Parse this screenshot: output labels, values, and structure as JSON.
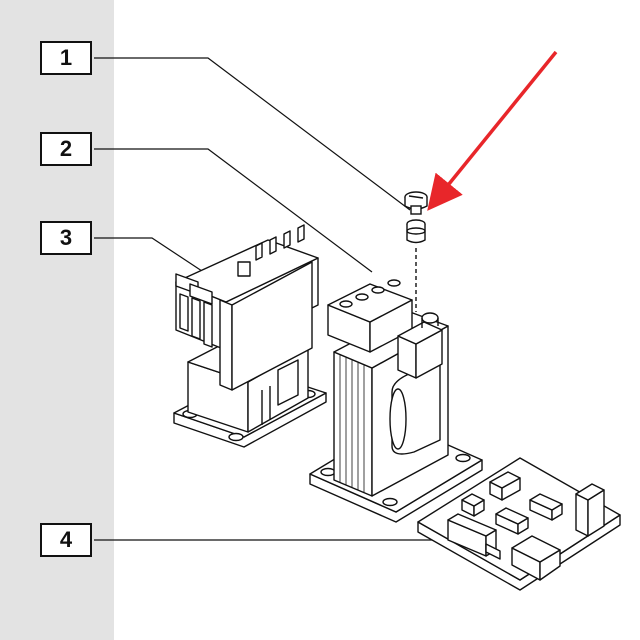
{
  "callouts": [
    {
      "id": "1",
      "label": "1",
      "part": "screw-and-spacer"
    },
    {
      "id": "2",
      "label": "2",
      "part": "transformer"
    },
    {
      "id": "3",
      "label": "3",
      "part": "contactor"
    },
    {
      "id": "4",
      "label": "4",
      "part": "circuit-board"
    }
  ],
  "colors": {
    "sidebar": "#e3e3e3",
    "line": "#111111",
    "highlight_arrow": "#e8262a",
    "background": "#ffffff"
  }
}
